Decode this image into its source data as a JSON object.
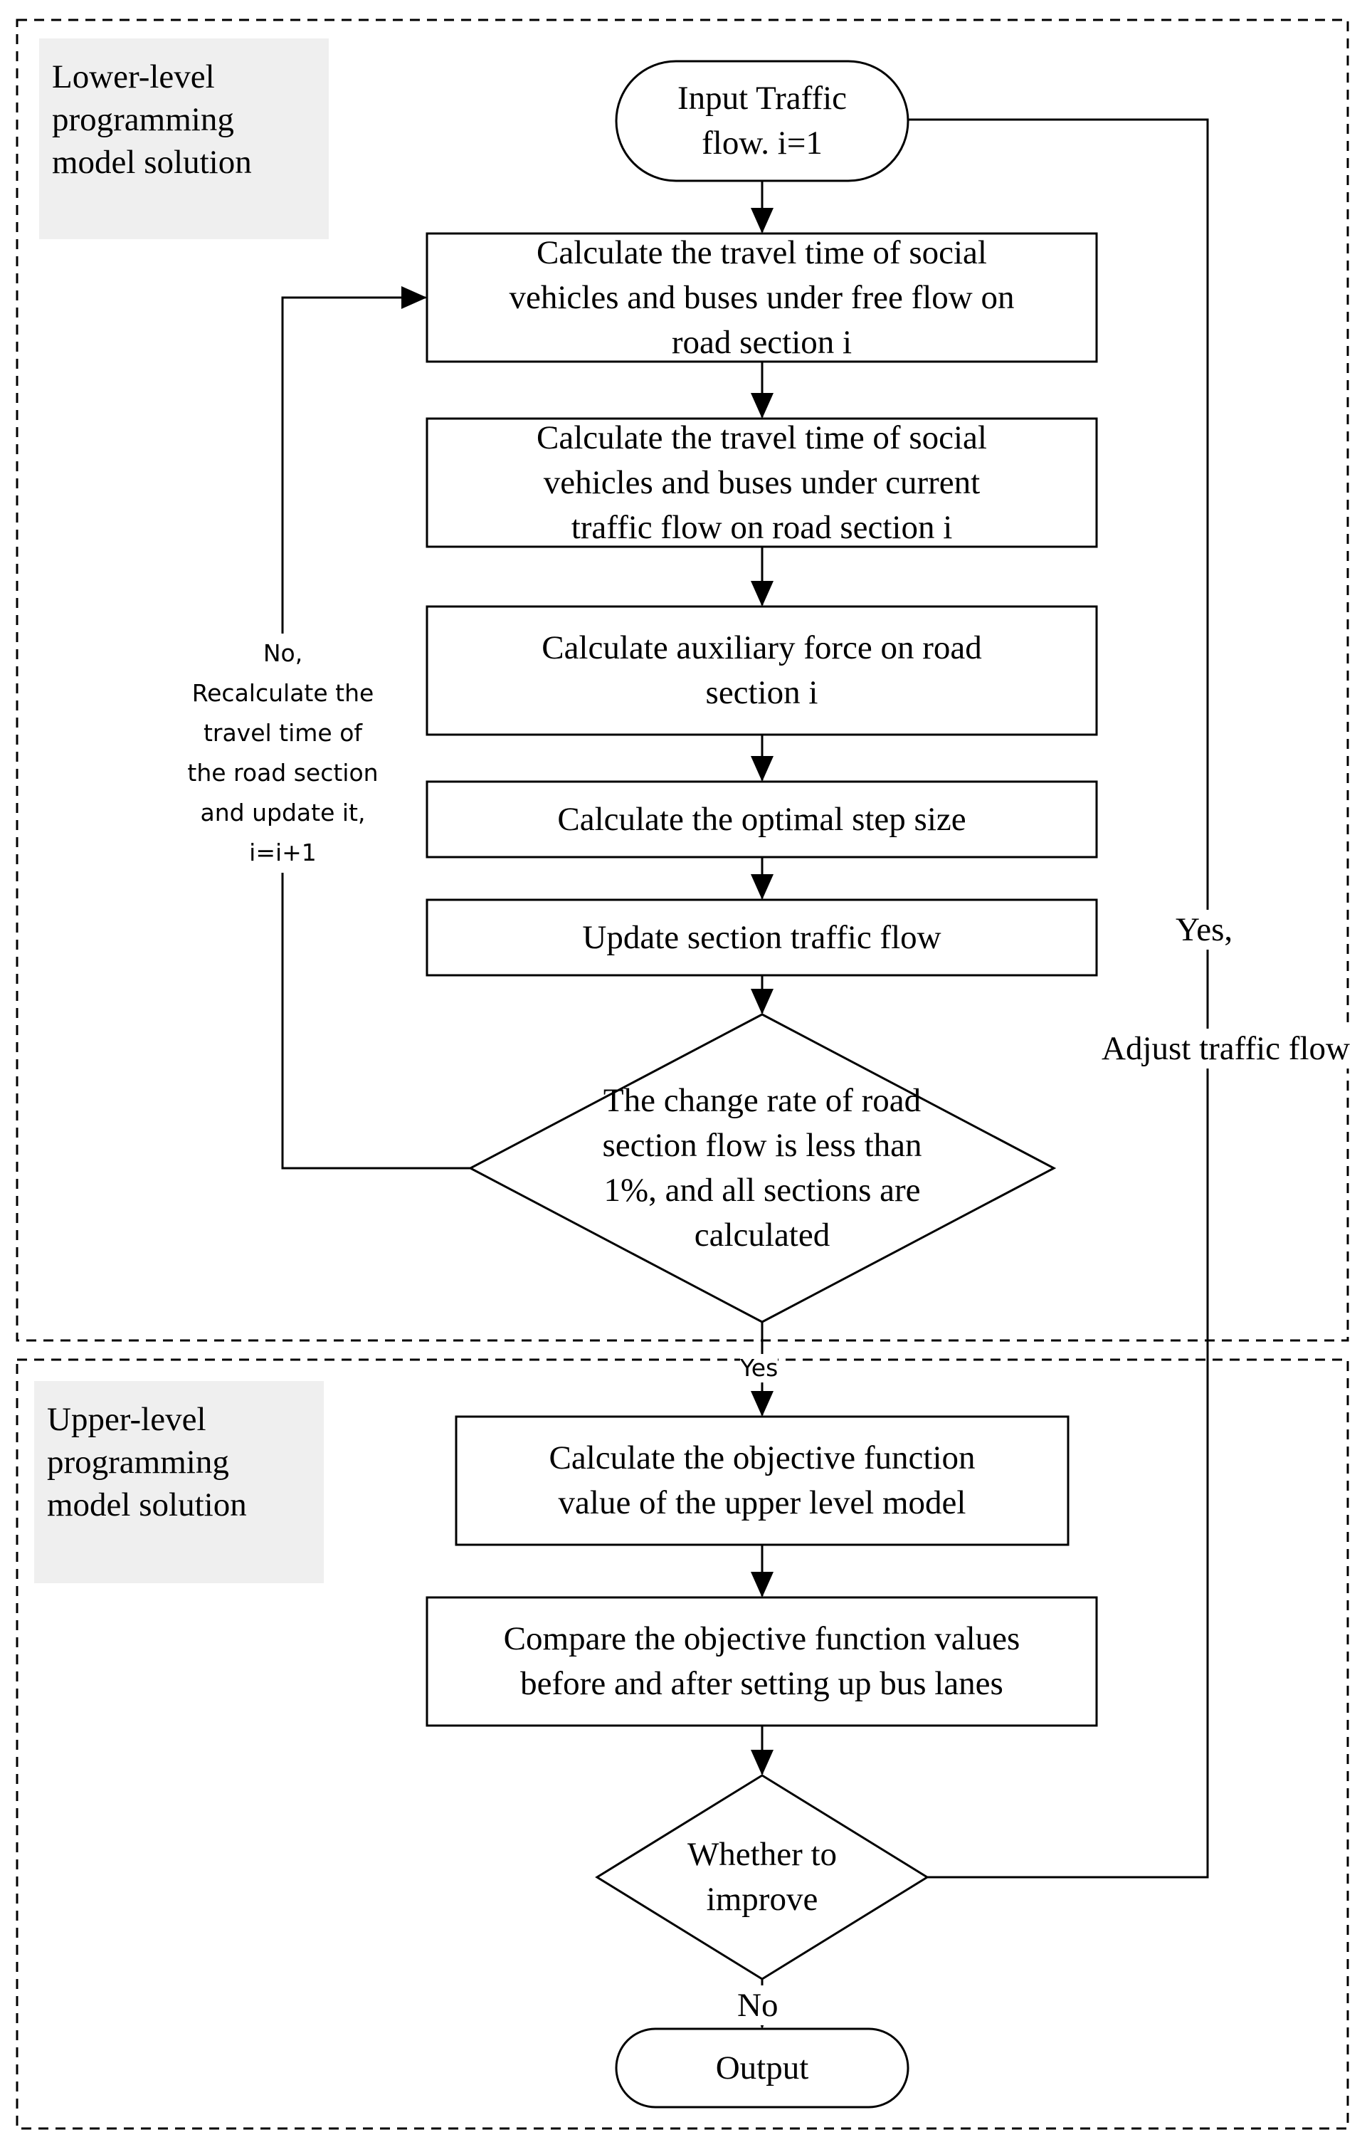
{
  "regions": {
    "lower": {
      "label": "Lower-level\nprogramming\nmodel solution"
    },
    "upper": {
      "label": "Upper-level\nprogramming\nmodel solution"
    }
  },
  "nodes": {
    "input": {
      "text": "Input Traffic\nflow. i=1"
    },
    "free_flow_time": {
      "text": "Calculate the travel time of social\nvehicles and buses under free flow on\nroad section i"
    },
    "current_flow_time": {
      "text": "Calculate the travel time of social\nvehicles and buses under current\ntraffic flow on road section i"
    },
    "auxiliary_force": {
      "text": "Calculate auxiliary force on road\nsection i"
    },
    "step_size": {
      "text": "Calculate the optimal step size"
    },
    "update_flow": {
      "text": "Update section traffic flow"
    },
    "convergence_check": {
      "text": "The change rate of road\nsection flow is less than\n1%, and all sections are\ncalculated"
    },
    "objective_value": {
      "text": "Calculate the objective function\nvalue of the upper level model"
    },
    "compare": {
      "text": "Compare the objective function values\nbefore and after setting up bus lanes"
    },
    "improve_check": {
      "text": "Whether to\nimprove"
    },
    "output": {
      "text": "Output"
    }
  },
  "edge_labels": {
    "no_recalculate": "No,\nRecalculate the\ntravel time of\nthe road section\nand update it,\ni=i+1",
    "yes_to_upper": "Yes",
    "yes_adjust": "Yes,",
    "adjust_flow": "Adjust traffic flow",
    "no_output": "No"
  }
}
